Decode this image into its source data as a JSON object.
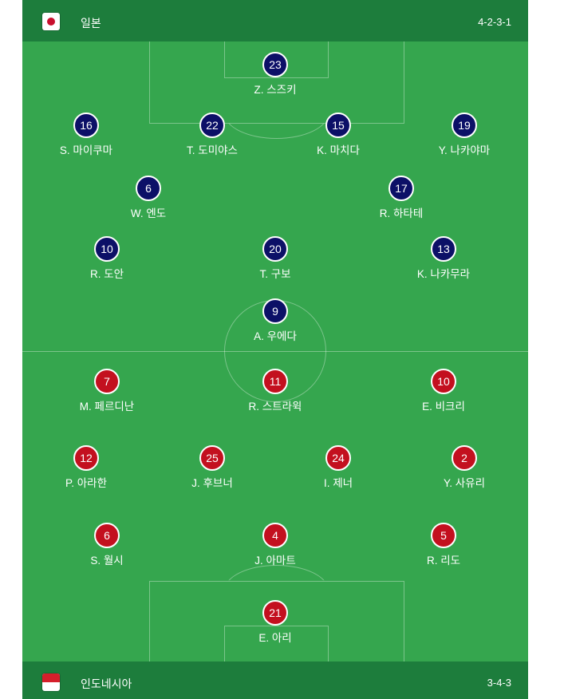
{
  "home": {
    "name": "일본",
    "formation": "4-2-3-1",
    "players": [
      {
        "number": "23",
        "name": "Z. 스즈키"
      },
      {
        "number": "16",
        "name": "S. 마이쿠마"
      },
      {
        "number": "22",
        "name": "T. 도미야스"
      },
      {
        "number": "15",
        "name": "K. 마치다"
      },
      {
        "number": "19",
        "name": "Y. 나카야마"
      },
      {
        "number": "6",
        "name": "W. 엔도"
      },
      {
        "number": "17",
        "name": "R. 하타테"
      },
      {
        "number": "10",
        "name": "R. 도안"
      },
      {
        "number": "20",
        "name": "T. 구보"
      },
      {
        "number": "13",
        "name": "K. 나카무라"
      },
      {
        "number": "9",
        "name": "A. 우에다"
      }
    ]
  },
  "away": {
    "name": "인도네시아",
    "formation": "3-4-3",
    "players": [
      {
        "number": "7",
        "name": "M. 페르디난"
      },
      {
        "number": "11",
        "name": "R. 스트라윅"
      },
      {
        "number": "10",
        "name": "E. 비크리"
      },
      {
        "number": "12",
        "name": "P. 아라한"
      },
      {
        "number": "25",
        "name": "J. 후브너"
      },
      {
        "number": "24",
        "name": "I. 제너"
      },
      {
        "number": "2",
        "name": "Y. 사유리"
      },
      {
        "number": "6",
        "name": "S. 월시"
      },
      {
        "number": "4",
        "name": "J. 아마트"
      },
      {
        "number": "5",
        "name": "R. 리도"
      },
      {
        "number": "21",
        "name": "E. 아리"
      }
    ]
  },
  "colors": {
    "pitch": "#35a64e",
    "bar": "#1d7d3c",
    "home_kit": "#0c1067",
    "away_kit": "#c3101f"
  },
  "icons": {
    "home_flag": "japan-flag-icon",
    "away_flag": "indonesia-flag-icon"
  }
}
